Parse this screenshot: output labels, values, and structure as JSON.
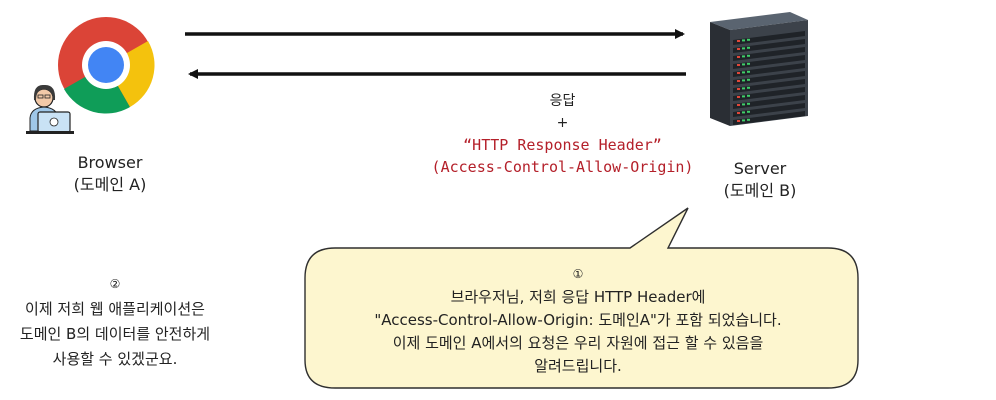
{
  "browser": {
    "label": "Browser",
    "domain": "(도메인 A)",
    "icon": "chrome-icon",
    "user_icon": "developer-user-icon"
  },
  "server": {
    "label": "Server",
    "domain": "(도메인 B)",
    "icon": "server-rack-icon"
  },
  "arrows": {
    "request_direction": "browser-to-server",
    "response_direction": "server-to-browser"
  },
  "response": {
    "line1": "응답",
    "line2": "+",
    "line3": "“HTTP Response Header”",
    "line4": "(Access-Control-Allow-Origin)"
  },
  "callout": {
    "number": "①",
    "lines": [
      "브라우저님, 저희 응답  HTTP Header에",
      "\"Access-Control-Allow-Origin: 도메인A\"가 포함 되었습니다.",
      "이제 도메인 A에서의 요청은 우리 자원에 접근 할 수 있음을",
      "알려드립니다."
    ]
  },
  "note": {
    "number": "②",
    "lines": [
      "이제 저희 웹 애플리케이션은",
      "도메인 B의 데이터를 안전하게",
      "사용할 수 있겠군요."
    ]
  },
  "colors": {
    "callout_fill": "#fdf6cf",
    "callout_stroke": "#2f2f2f",
    "header_text": "#b4202a",
    "chrome_red": "#db4437",
    "chrome_yellow": "#f4c20d",
    "chrome_green": "#0f9d58",
    "chrome_blue": "#4285f4"
  }
}
